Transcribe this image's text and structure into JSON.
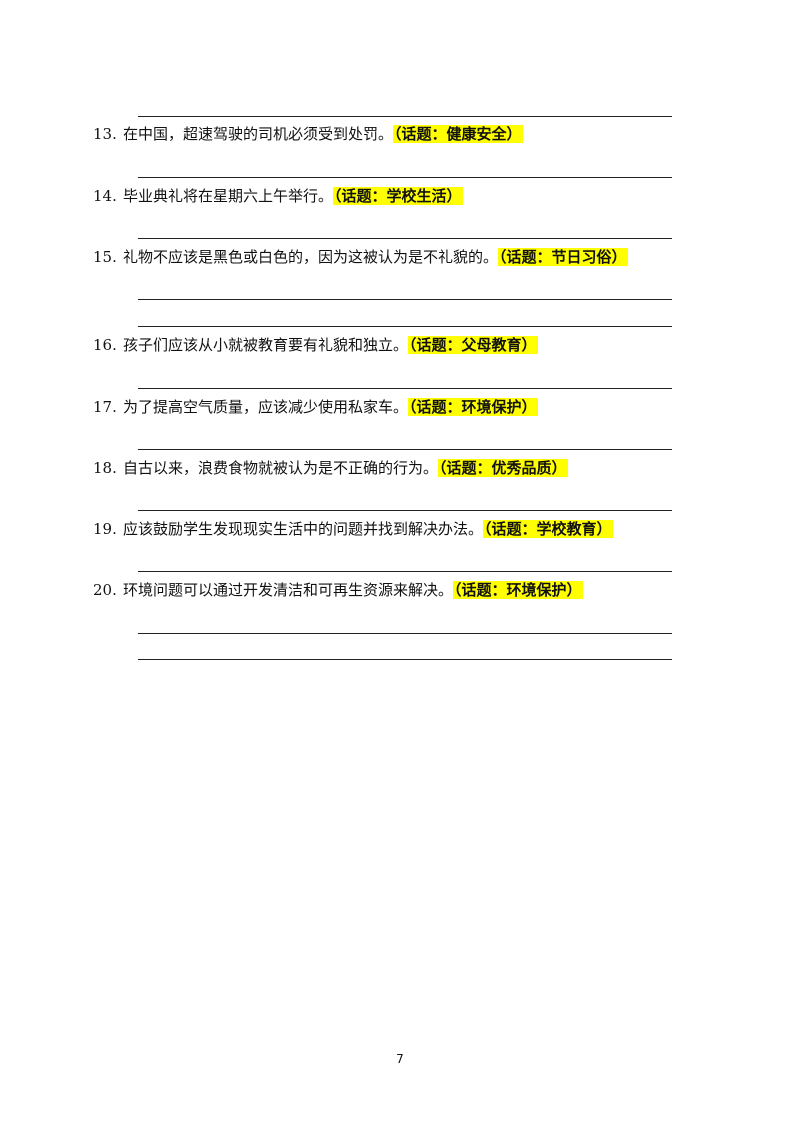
{
  "questions": [
    {
      "number": "13.",
      "text": "在中国，超速驾驶的司机必须受到处罚。",
      "topic": "（话题：健康安全）"
    },
    {
      "number": "14.",
      "text": "毕业典礼将在星期六上午举行。",
      "topic": "（话题：学校生活）"
    },
    {
      "number": "15.",
      "text": "礼物不应该是黑色或白色的，因为这被认为是不礼貌的。",
      "topic": "（话题：节日习俗）"
    },
    {
      "number": "16.",
      "text": "孩子们应该从小就被教育要有礼貌和独立。",
      "topic": "（话题：父母教育）"
    },
    {
      "number": "17.",
      "text": "为了提高空气质量，应该减少使用私家车。",
      "topic": "（话题：环境保护）"
    },
    {
      "number": "18.",
      "text": "自古以来，浪费食物就被认为是不正确的行为。",
      "topic": "（话题：优秀品质）"
    },
    {
      "number": "19.",
      "text": "应该鼓励学生发现现实生活中的问题并找到解决办法。",
      "topic": "（话题：学校教育）"
    },
    {
      "number": "20.",
      "text": "环境问题可以通过开发清洁和可再生资源来解决。",
      "topic": "（话题：环境保护）"
    }
  ],
  "page_number": "7",
  "colors": {
    "highlight": "#ffff00"
  }
}
